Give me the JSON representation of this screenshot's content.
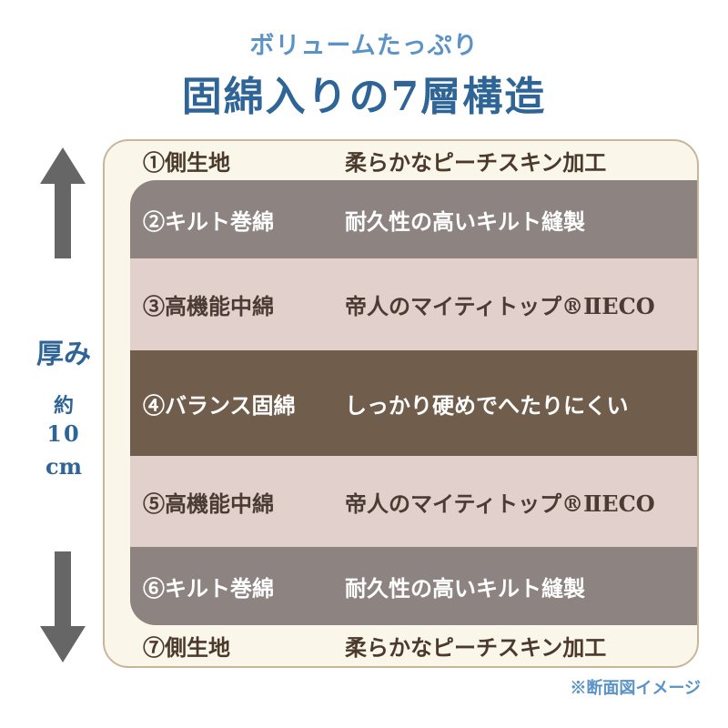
{
  "header": {
    "subtitle": "ボリュームたっぷり",
    "title": "固綿入りの7層構造"
  },
  "thickness": {
    "label": "厚み",
    "approx": "約",
    "value": "10",
    "unit": "cm"
  },
  "layers": [
    {
      "name": "①側生地",
      "desc": "柔らかなピーチスキン加工"
    },
    {
      "name": "②キルト巻綿",
      "desc": "耐久性の高いキルト縫製"
    },
    {
      "name": "③高機能中綿",
      "desc": "帝人のマイティトップ®ⅡECO"
    },
    {
      "name": "④バランス固綿",
      "desc": "しっかり硬めでへたりにくい"
    },
    {
      "name": "⑤高機能中綿",
      "desc": "帝人のマイティトップ®ⅡECO"
    },
    {
      "name": "⑥キルト巻綿",
      "desc": "耐久性の高いキルト縫製"
    },
    {
      "name": "⑦側生地",
      "desc": "柔らかなピーチスキン加工"
    }
  ],
  "note": "※断面図イメージ",
  "colors": {
    "title": "#2e6496",
    "subtitle": "#5b93c6",
    "arrow": "#666666",
    "quilt_layer": "#8d8380",
    "middle_layer": "#e2d0cd",
    "core_layer": "#715d4b",
    "outer_fabric": "#faf6ea"
  },
  "icons": {
    "up_arrow": "arrow-up-icon",
    "down_arrow": "arrow-down-icon"
  }
}
